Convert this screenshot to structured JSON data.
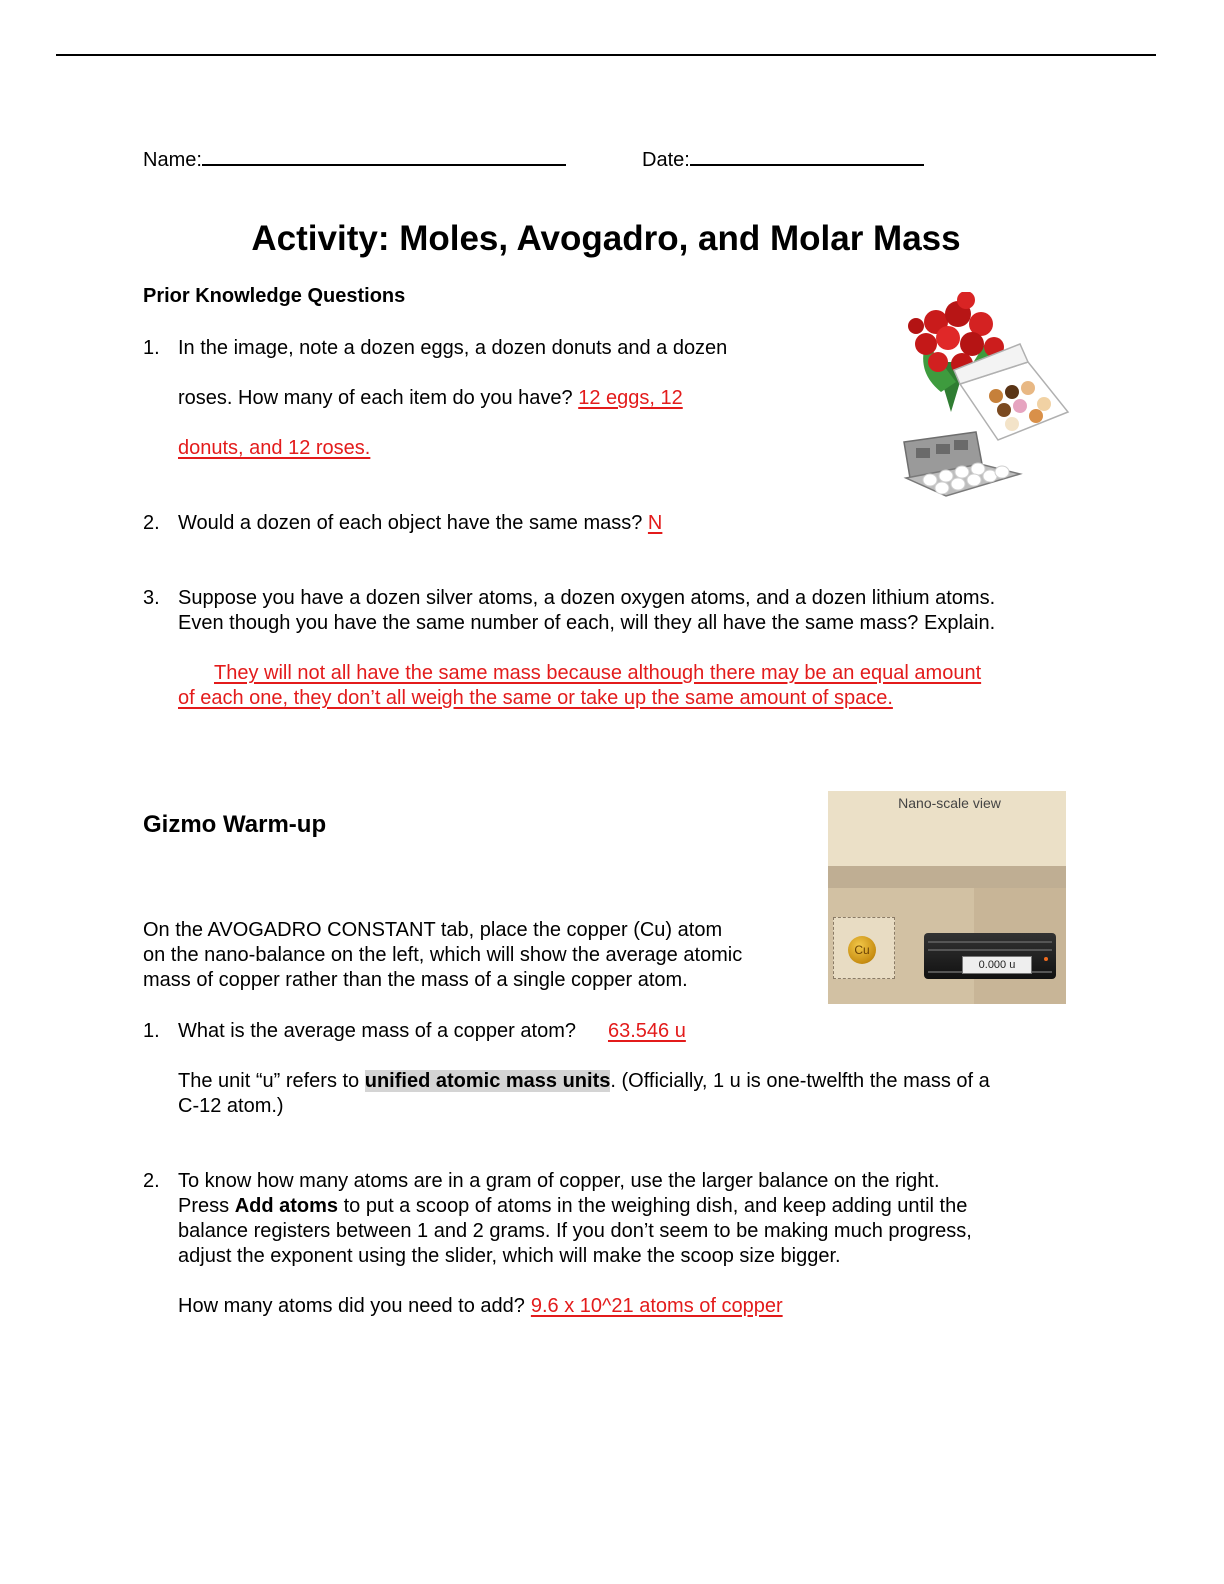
{
  "header": {
    "name_label": "Name:",
    "date_label": "Date:"
  },
  "title": "Activity: Moles, Avogadro, and Molar Mass",
  "prior": {
    "heading": "Prior Knowledge Questions",
    "q1": {
      "number": "1.",
      "line1": "In the image, note a dozen eggs, a dozen donuts and a dozen",
      "line2": "roses. How many of each item do you have? ",
      "answer_part1": "12 eggs, 12",
      "answer_part2": "donuts, and 12 roses."
    },
    "q2": {
      "number": "2.",
      "text": "Would a dozen of each object have the same mass? ",
      "answer": "N"
    },
    "q3": {
      "number": "3.",
      "line1": "Suppose you have a dozen silver atoms, a dozen oxygen atoms, and a dozen lithium atoms.",
      "line2": "Even though you have the same number of each, will they all have the same mass? Explain.",
      "answer_line1": "They will not all have the same mass because although there may be an equal amount",
      "answer_line2": "of each one, they don’t all weigh the same or take up the same amount of space."
    }
  },
  "gizmo": {
    "heading": "Gizmo Warm-up",
    "intro_line1": "On the AVOGADRO CONSTANT tab, place the copper (Cu) atom",
    "intro_line2": "on the nano-balance on the left, which will show the average atomic",
    "intro_line3": "mass of copper rather than the mass of a single copper atom.",
    "q1": {
      "number": "1.",
      "text": "What is the average mass of a copper atom?",
      "answer": "63.546 u",
      "note_before": "The unit “u” refers to ",
      "note_highlight": "unified atomic mass units",
      "note_after": ". (Officially, 1 u is one-twelfth the mass of a",
      "note_line2": "C-12 atom.)"
    },
    "q2": {
      "number": "2.",
      "line1": "To know how many atoms are in a gram of copper, use the larger balance on the right.",
      "line2_before": "Press ",
      "line2_bold": "Add atoms",
      "line2_after": " to put a scoop of atoms in the weighing dish, and keep adding until the",
      "line3": "balance registers between 1 and 2 grams. If you don’t seem to be making much progress,",
      "line4": "adjust the exponent using the slider, which will make the scoop size bigger.",
      "question": "How many atoms did you need to add?",
      "answer": "9.6 x 10^21 atoms of copper"
    }
  },
  "nano_panel": {
    "title": "Nano-scale view",
    "atom_label": "Cu",
    "readout": "0.000 u"
  }
}
